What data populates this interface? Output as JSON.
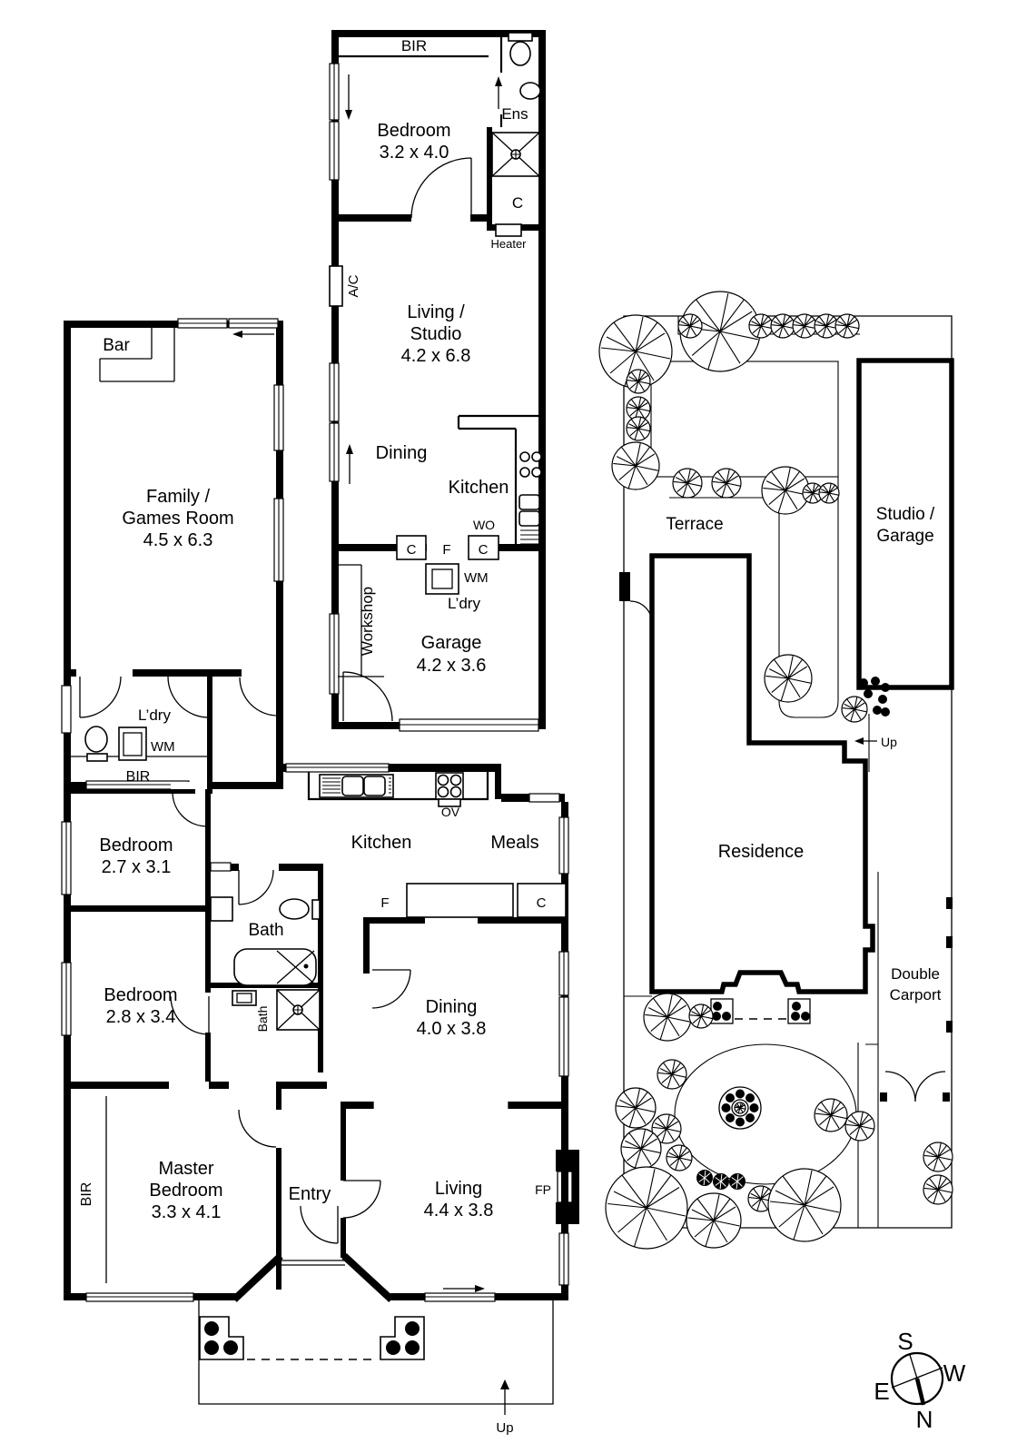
{
  "rear": {
    "bir": "BIR",
    "bedroom": "Bedroom",
    "bedroom_dims": "3.2 x 4.0",
    "ens": "Ens",
    "closet1": "C",
    "heater": "Heater",
    "ac": "A/C",
    "living1": "Living /",
    "living2": "Studio",
    "living_dims": "4.2 x 6.8",
    "dining": "Dining",
    "kitchen": "Kitchen",
    "wo": "WO",
    "closet2": "C",
    "fridge": "F",
    "closet3": "C",
    "wm": "WM",
    "laundry": "L’dry",
    "workshop": "Workshop",
    "garage": "Garage",
    "garage_dims": "4.2 x 3.6"
  },
  "west_wing": {
    "bar": "Bar",
    "family1": "Family /",
    "family2": "Games Room",
    "family_dims": "4.5 x 6.3"
  },
  "mid": {
    "laundry": "L’dry",
    "wm": "WM",
    "bir": "BIR"
  },
  "main": {
    "bedroom2": "Bedroom",
    "bedroom2_dims": "2.7 x 3.1",
    "kitchen": "Kitchen",
    "meals": "Meals",
    "ov": "OV",
    "fridge": "F",
    "closet": "C",
    "bath1": "Bath",
    "bath2": "Bath",
    "bedroom3": "Bedroom",
    "bedroom3_dims": "2.8 x 3.4",
    "dining": "Dining",
    "dining_dims": "4.0 x 3.8",
    "master1": "Master",
    "master2": "Bedroom",
    "master_dims": "3.3 x 4.1",
    "bir": "BIR",
    "entry": "Entry",
    "living": "Living",
    "living_dims": "4.4 x 3.8",
    "fp": "FP",
    "up": "Up"
  },
  "site": {
    "terrace": "Terrace",
    "studio1": "Studio /",
    "studio2": "Garage",
    "residence": "Residence",
    "carport1": "Double",
    "carport2": "Carport",
    "up": "Up"
  },
  "compass": {
    "n": "N",
    "s": "S",
    "e": "E",
    "w": "W"
  },
  "colors": {
    "ink": "#000000",
    "paper": "#ffffff"
  }
}
